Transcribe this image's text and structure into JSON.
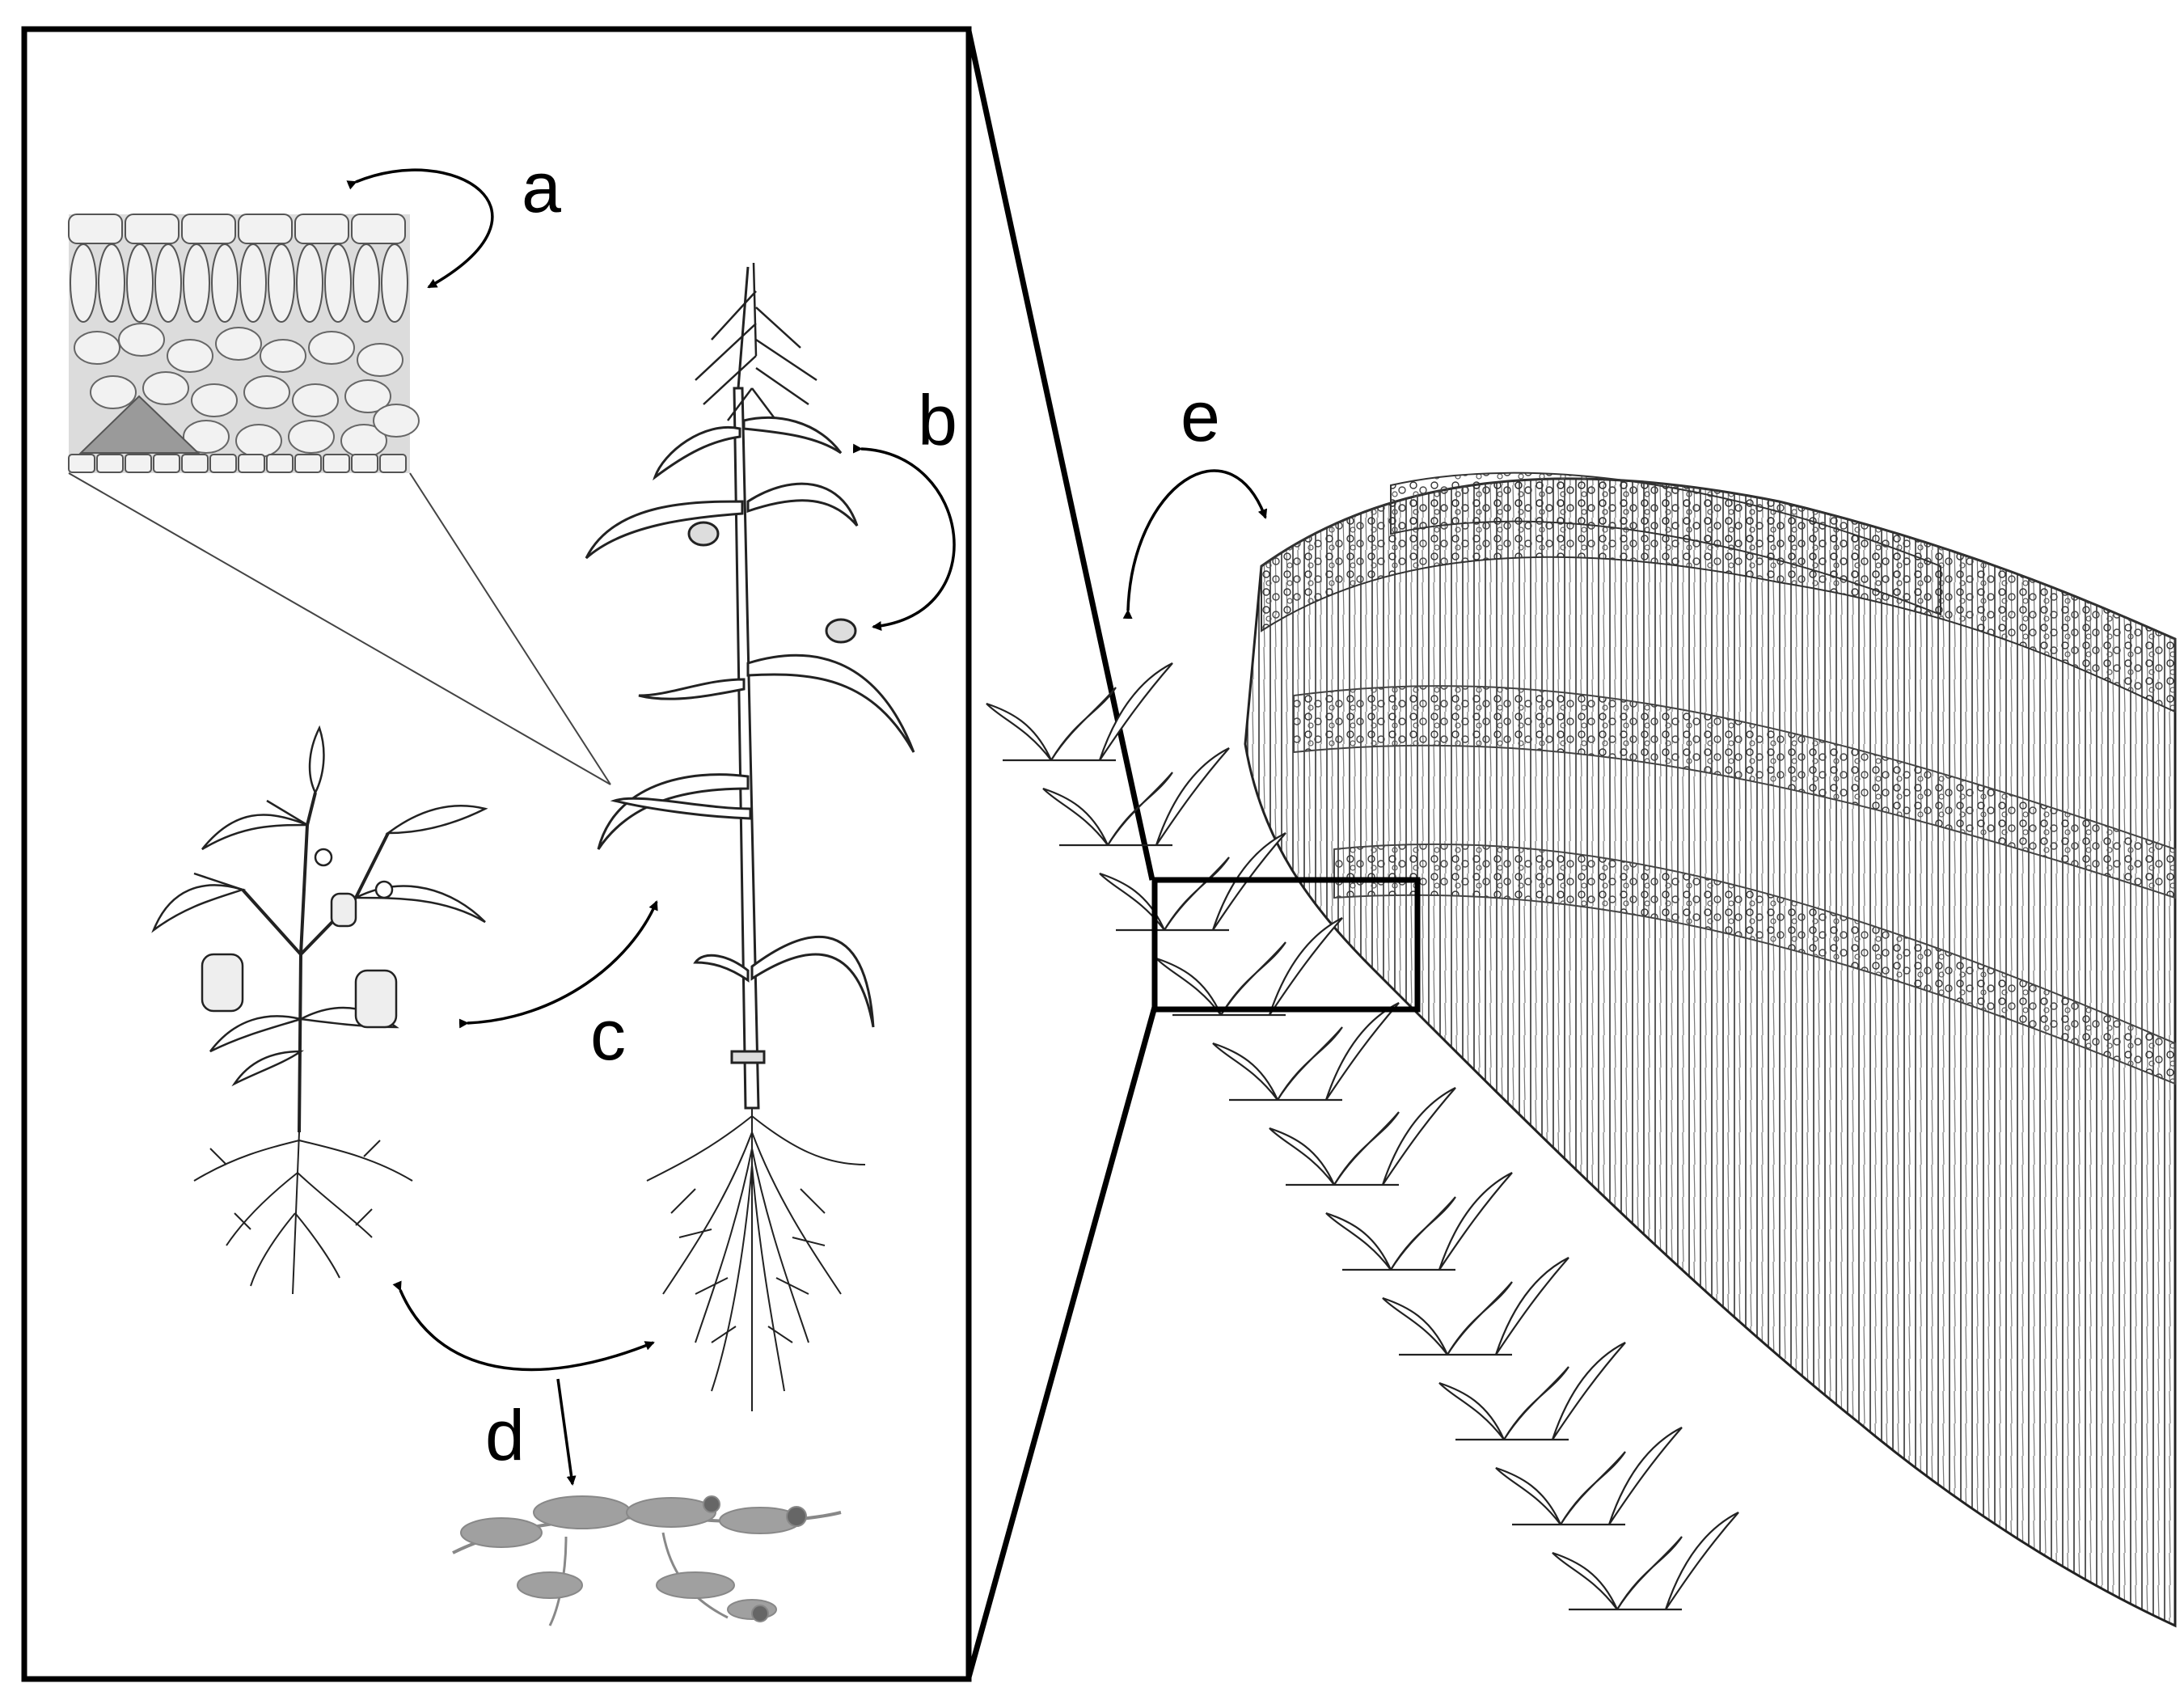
{
  "labels": {
    "a": "a",
    "b": "b",
    "c": "c",
    "d": "d",
    "e": "e"
  },
  "colors": {
    "ink": "#000000",
    "cell_fill": "#f2f2f2",
    "tissue_fill": "#dcdcdc",
    "vein_fill": "#9a9a9a",
    "weed_fill": "#a0a0a0",
    "leaf_fill": "#ffffff",
    "field_shade": "#cfcfcf"
  }
}
